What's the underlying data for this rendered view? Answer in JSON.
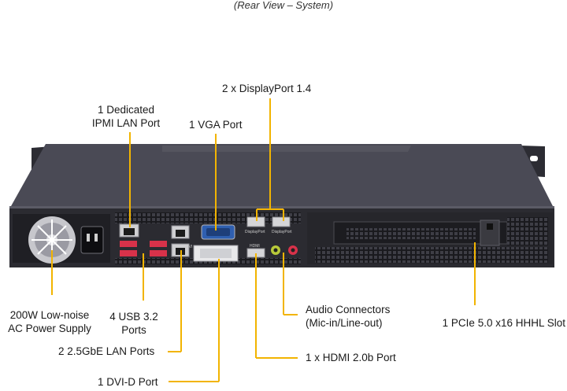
{
  "caption": "(Rear View – System)",
  "callouts": {
    "ipmi": [
      "1 Dedicated",
      "IPMI LAN Port"
    ],
    "vga": "1 VGA Port",
    "displayport": "2 x DisplayPort 1.4",
    "power": [
      "200W Low-noise",
      "AC Power Supply"
    ],
    "usb": [
      "4 USB 3.2",
      "Ports"
    ],
    "lan": "2 2.5GbE LAN Ports",
    "dvi": "1 DVI-D Port",
    "audio": [
      "Audio Connectors",
      "(Mic-in/Line-out)"
    ],
    "hdmi": "1 x HDMI 2.0b Port",
    "pcie": "1 PCIe 5.0 x16 HHHL Slot"
  },
  "port_markings": {
    "dvi": "DVI",
    "hdmi": "HDMI",
    "displayport_1": "DisplayPort",
    "displayport_2": "DisplayPort"
  },
  "colors": {
    "leader": "#f2b400",
    "chassis": "#3b3b45",
    "usb": "#d8324a",
    "vga": "#2f5fb0",
    "mic": "#b8c93a",
    "line_out": "#d8324a"
  }
}
